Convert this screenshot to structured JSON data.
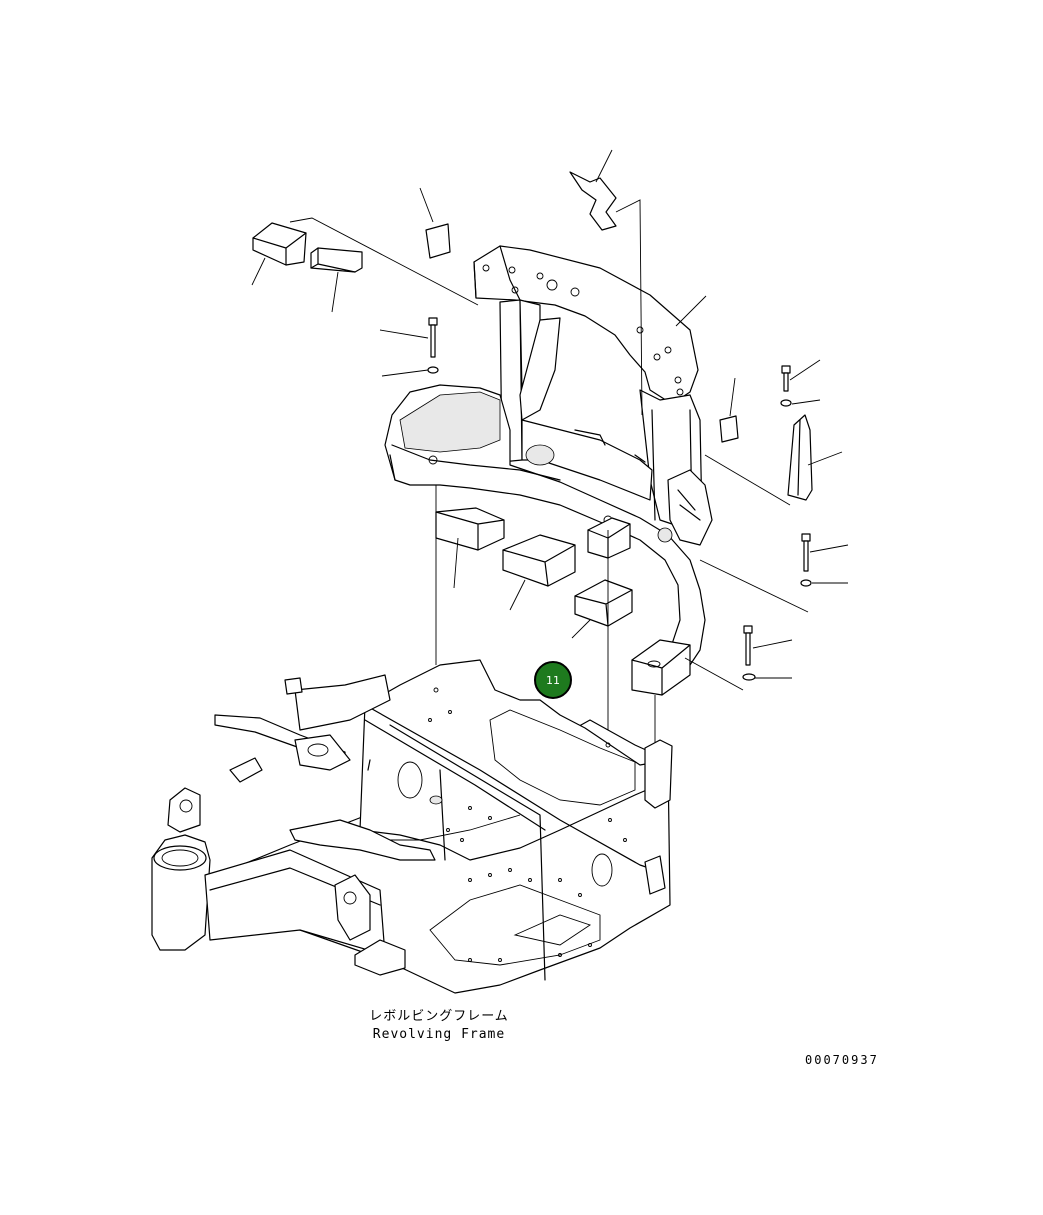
{
  "diagram": {
    "caption_jp": "レボルビングフレーム",
    "caption_en": "Revolving Frame",
    "drawing_number": "00070937",
    "callout": {
      "number": "11",
      "color": "#1e7a1e"
    }
  }
}
